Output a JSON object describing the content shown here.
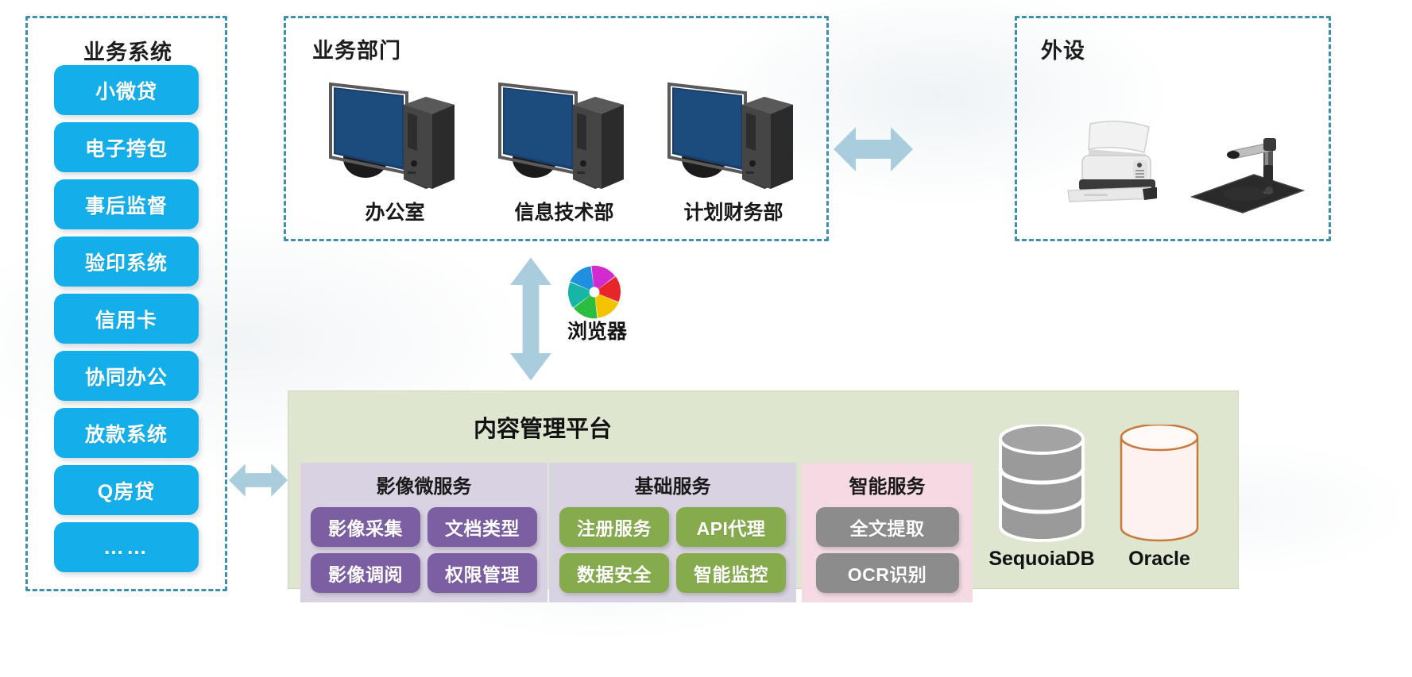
{
  "groups": {
    "business_systems": {
      "title": "业务系统"
    },
    "business_departments": {
      "title": "业务部门"
    },
    "peripherals": {
      "title": "外设"
    }
  },
  "business_systems": {
    "items": [
      {
        "label": "小微贷"
      },
      {
        "label": "电子挎包"
      },
      {
        "label": "事后监督"
      },
      {
        "label": "验印系统"
      },
      {
        "label": "信用卡"
      },
      {
        "label": "协同办公"
      },
      {
        "label": "放款系统"
      },
      {
        "label": "Q房贷"
      },
      {
        "label": "……"
      }
    ]
  },
  "departments": {
    "items": [
      {
        "label": "办公室",
        "icon": "desktop-computer-icon"
      },
      {
        "label": "信息技术部",
        "icon": "desktop-computer-icon"
      },
      {
        "label": "计划财务部",
        "icon": "desktop-computer-icon"
      }
    ]
  },
  "peripherals": {
    "items": [
      {
        "icon": "document-scanner-icon"
      },
      {
        "icon": "document-camera-icon"
      }
    ]
  },
  "browser": {
    "label": "浏览器",
    "icon": "browser-pinwheel-icon"
  },
  "platform": {
    "title": "内容管理平台",
    "panels": [
      {
        "title": "影像微服务",
        "chips": [
          "影像采集",
          "文档类型",
          "影像调阅",
          "权限管理"
        ]
      },
      {
        "title": "基础服务",
        "chips": [
          "注册服务",
          "API代理",
          "数据安全",
          "智能监控"
        ]
      },
      {
        "title": "智能服务",
        "chips": [
          "全文提取",
          "OCR识别"
        ]
      }
    ],
    "databases": [
      {
        "label": "SequoiaDB",
        "icon": "database-cylinder-icon"
      },
      {
        "label": "Oracle",
        "icon": "database-cylinder-icon"
      }
    ]
  },
  "connectors": {
    "systems_to_platform": "double-arrow-horizontal-icon",
    "departments_to_peripherals": "double-arrow-horizontal-icon",
    "departments_to_platform": "double-arrow-vertical-icon"
  },
  "colors": {
    "dashed_border": "#3e8fab",
    "system_chip": "#14AFEA",
    "platform_bg": "#dee6cf",
    "image_service_panel": "#d8d2e2",
    "image_service_chip": "#7c5ea3",
    "basic_service_chip": "#86ab4c",
    "smart_service_panel": "#f5dae3",
    "smart_service_chip": "#8c8c8c",
    "arrow": "#a9cddc",
    "oracle_cylinder": "#c87a3e",
    "sequoia_cylinder": "#9a9a9a"
  }
}
